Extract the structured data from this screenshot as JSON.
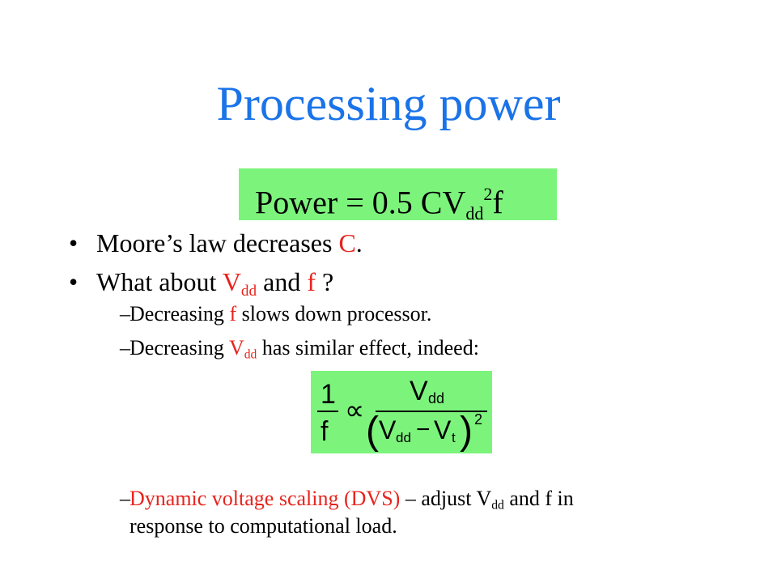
{
  "slide": {
    "title": "Processing power",
    "formula": {
      "prefix": "Power = 0.5 CV",
      "sub": "dd",
      "sup": "2",
      "suffix": "f"
    },
    "bullets": [
      {
        "part1": "Moore’s law decreases ",
        "red": "C",
        "part2": "."
      },
      {
        "part1": "What about ",
        "v": "V",
        "vsub": "dd",
        "mid": " and ",
        "f": "f",
        "end": " ?"
      }
    ],
    "subbullets": [
      {
        "part1": "Decreasing ",
        "red": "f",
        "part2": " slows down processor."
      },
      {
        "part1": "Decreasing ",
        "v": "V",
        "vsub": "dd",
        "part2": " has similar effect, indeed:"
      },
      {
        "red": "Dynamic voltage scaling (DVS)",
        "part1": " – adjust V",
        "sub": "dd",
        "part2": " and f in",
        "line2": "response to computational load."
      }
    ],
    "equation": {
      "numerator_left": "1",
      "denominator_left": "f",
      "relation": "∝",
      "numerator_right": "V",
      "numerator_right_sub": "dd",
      "denominator_right_a": "V",
      "denominator_right_a_sub": "dd",
      "minus": "−",
      "denominator_right_b": "V",
      "denominator_right_b_sub": "t",
      "exponent": "2"
    }
  },
  "colors": {
    "title": "#1a73e8",
    "highlight_box": "#7cf47c",
    "emphasis": "#e8231d"
  }
}
